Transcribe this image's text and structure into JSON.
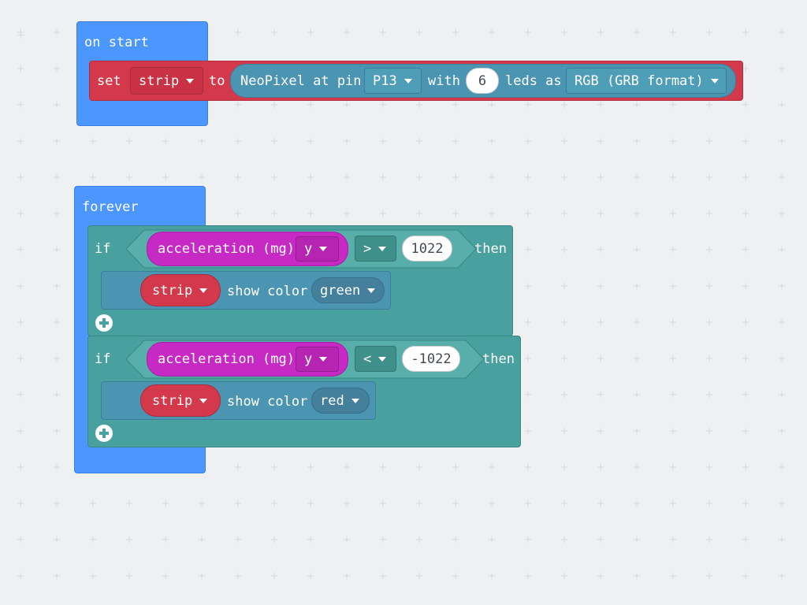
{
  "workspace": {
    "on_start": {
      "label": "on start",
      "set_block": {
        "set_label": "set",
        "variable": "strip",
        "to_label": "to",
        "neopixel_label": "NeoPixel at pin",
        "pin": "P13",
        "with_label": "with",
        "led_count": "6",
        "leds_as_label": "leds as",
        "format": "RGB (GRB format)"
      }
    },
    "forever": {
      "label": "forever",
      "if_blocks": [
        {
          "if_label": "if",
          "sensor": "acceleration (mg)",
          "axis": "y",
          "operator": ">",
          "value": "1022",
          "then_label": "then",
          "action": {
            "variable": "strip",
            "show_color_label": "show color",
            "color": "green"
          }
        },
        {
          "if_label": "if",
          "sensor": "acceleration (mg)",
          "axis": "y",
          "operator": "<",
          "value": "-1022",
          "then_label": "then",
          "action": {
            "variable": "strip",
            "show_color_label": "show color",
            "color": "red"
          }
        }
      ]
    }
  },
  "colors": {
    "background": "#eef0f2",
    "events": "#4c97ff",
    "neopixel": "#d4394b",
    "logic": "#48a19e",
    "input": "#c72ac4",
    "light": "#4b95b3"
  },
  "icons": [
    "plus-icon",
    "caret-down-icon"
  ]
}
